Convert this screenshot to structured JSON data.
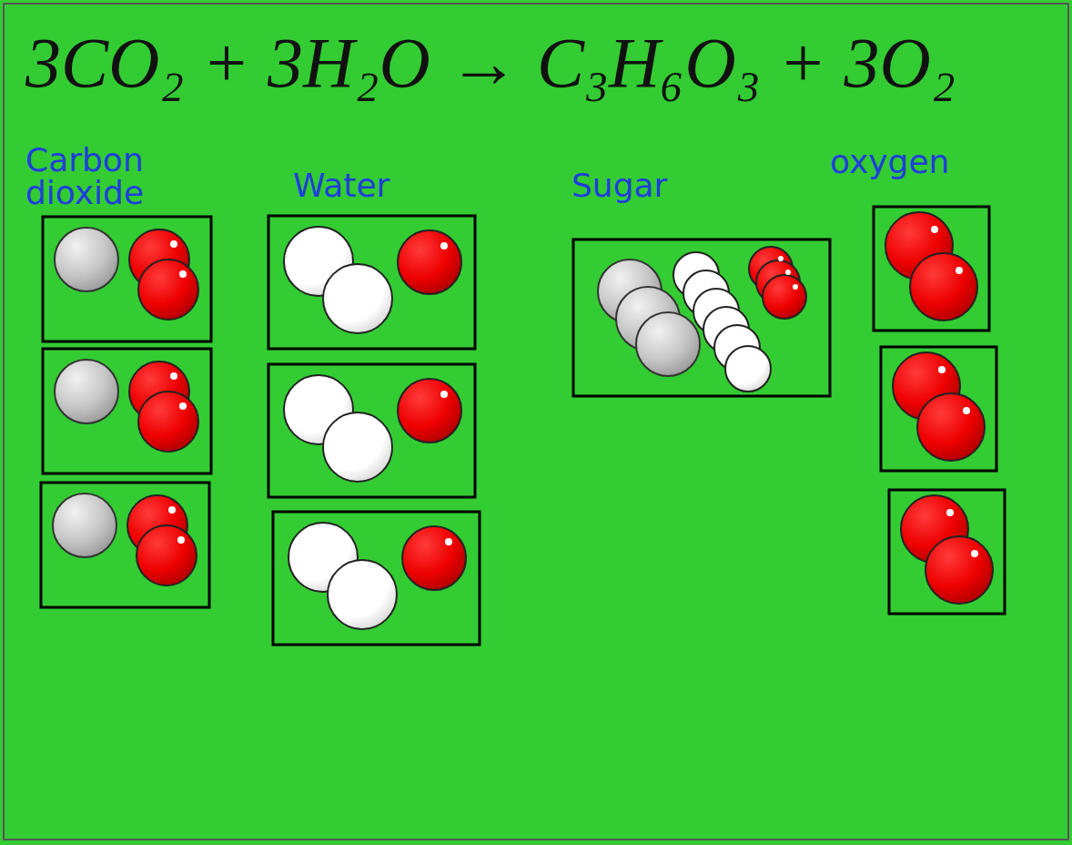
{
  "diagram": {
    "title": "3CO₂ + 3H₂O → C₃H₆O₃ + 3O₂",
    "labels": [
      "Carbon dioxide",
      "Water",
      "Sugar",
      "oxygen"
    ]
  }
}
